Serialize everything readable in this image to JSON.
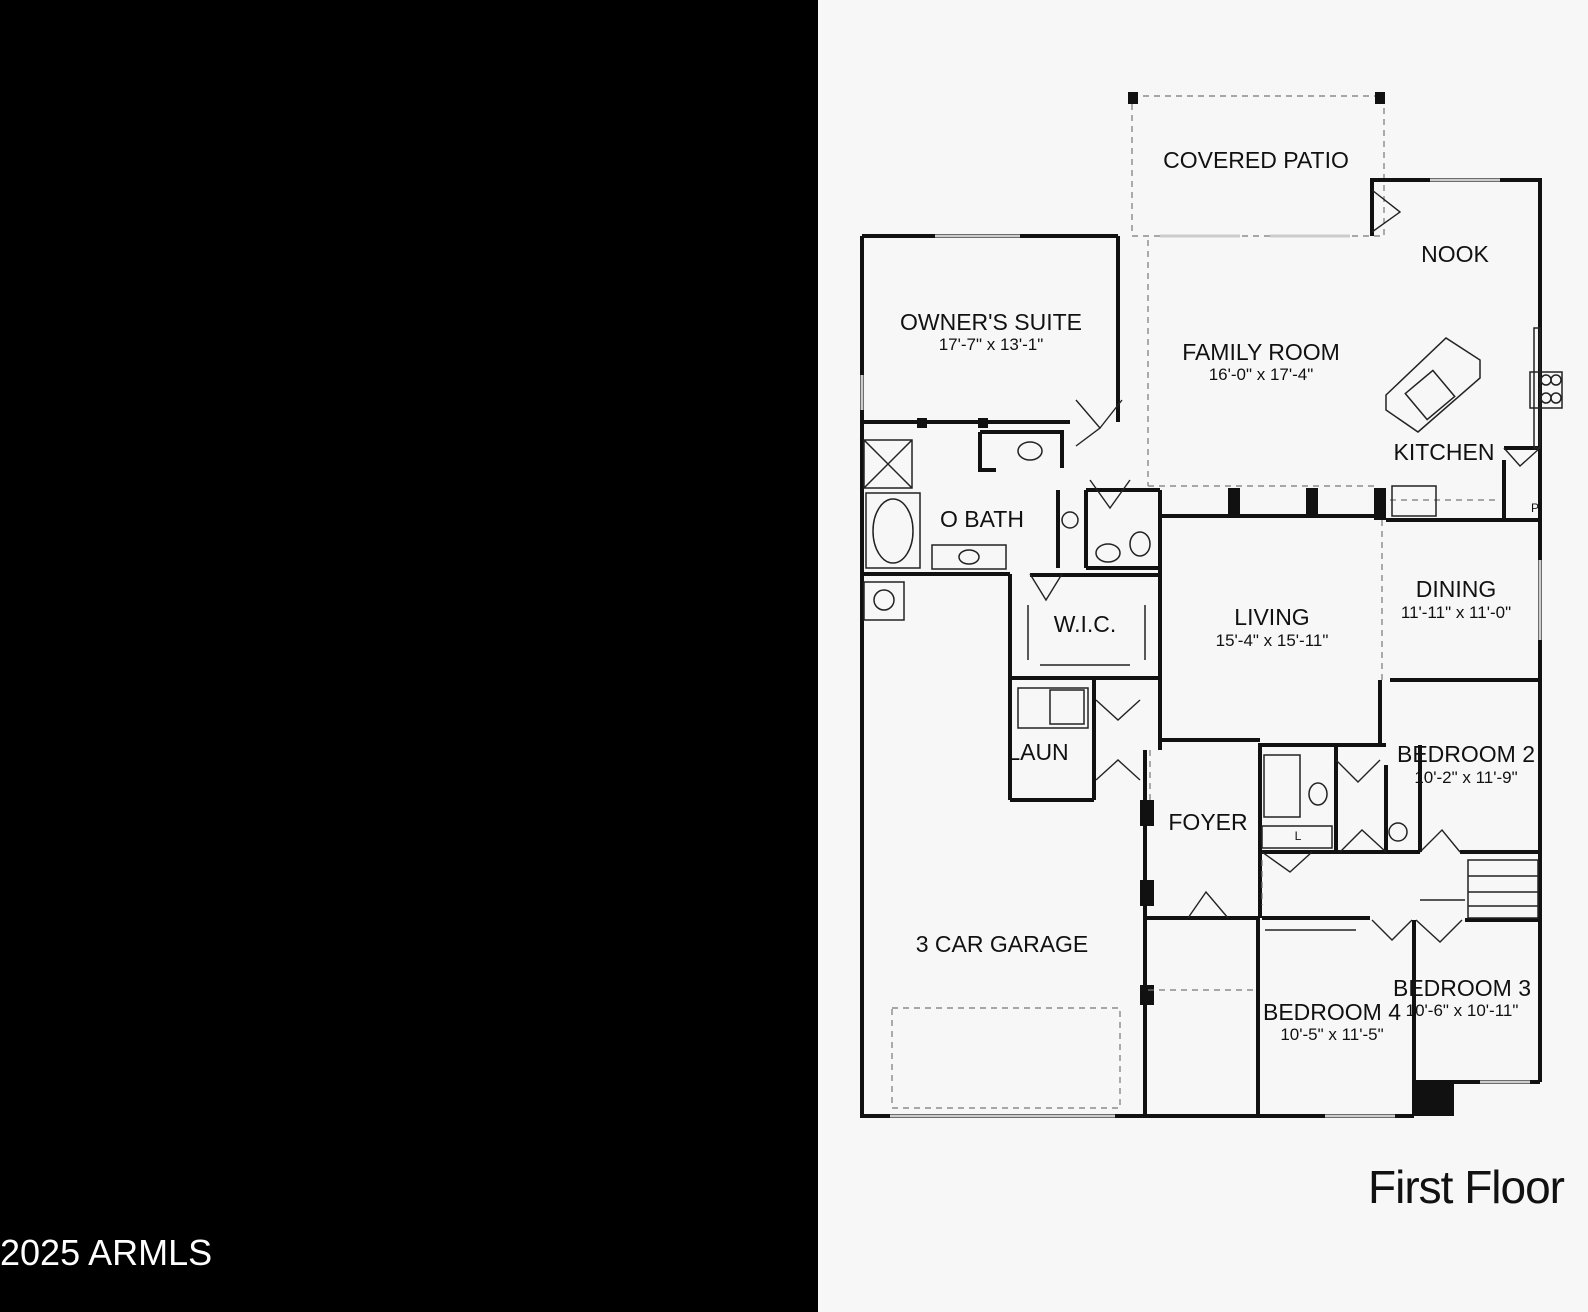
{
  "copyright": "2025 ARMLS",
  "floor_title": "First Floor",
  "rooms": {
    "covered_patio": {
      "name": "COVERED PATIO"
    },
    "nook": {
      "name": "NOOK"
    },
    "owners_suite": {
      "name": "OWNER'S SUITE",
      "dim": "17'-7\" x 13'-1\""
    },
    "family_room": {
      "name": "FAMILY ROOM",
      "dim": "16'-0\" x 17'-4\""
    },
    "kitchen": {
      "name": "KITCHEN"
    },
    "o_bath": {
      "name": "O BATH"
    },
    "wic": {
      "name": "W.I.C."
    },
    "living": {
      "name": "LIVING",
      "dim": "15'-4\" x 15'-11\""
    },
    "dining": {
      "name": "DINING",
      "dim": "11'-11\" x 11'-0\""
    },
    "laun": {
      "name": "LAUN"
    },
    "bedroom2": {
      "name": "BEDROOM 2",
      "dim": "10'-2\" x 11'-9\""
    },
    "foyer": {
      "name": "FOYER"
    },
    "garage": {
      "name": "3 CAR GARAGE"
    },
    "bedroom3": {
      "name": "BEDROOM 3",
      "dim": "10'-6\" x 10'-11\""
    },
    "bedroom4": {
      "name": "BEDROOM 4",
      "dim": "10'-5\" x 11'-5\""
    }
  },
  "marks": {
    "pantry": "P",
    "linen": "L"
  }
}
